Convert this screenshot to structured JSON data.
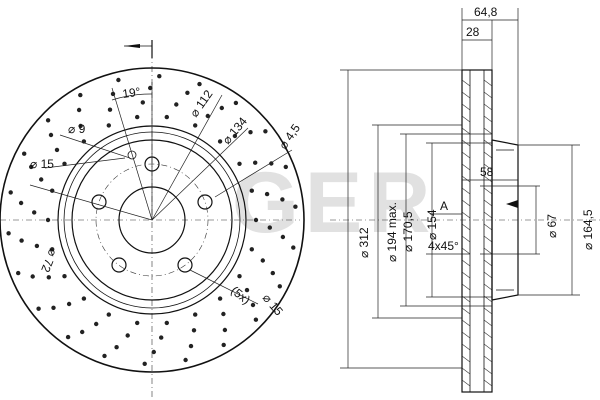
{
  "brand": {
    "watermark": "GER",
    "watermark_color": "#d9d9d9"
  },
  "colors": {
    "line": "#111111",
    "background": "#ffffff"
  },
  "front_view": {
    "labels": {
      "angle_19": "19°",
      "dia_9": "9",
      "dia_112": "112",
      "dia_134": "134",
      "dia_4_5": "4,5",
      "dia_15_left": "15",
      "dia_72": "72",
      "count_5x": "(5x)",
      "dia_15_bottom": "15"
    }
  },
  "side_view": {
    "labels": {
      "width_64_8": "64,8",
      "width_28": "28",
      "depth_58": "58",
      "datum_a": "A",
      "chamfer": "4x45°",
      "dia_312": "312",
      "dia_194": "194 max.",
      "dia_170_5": "170,5",
      "dia_154": "154",
      "dia_67": "67",
      "dia_164_5": "164,5"
    }
  }
}
